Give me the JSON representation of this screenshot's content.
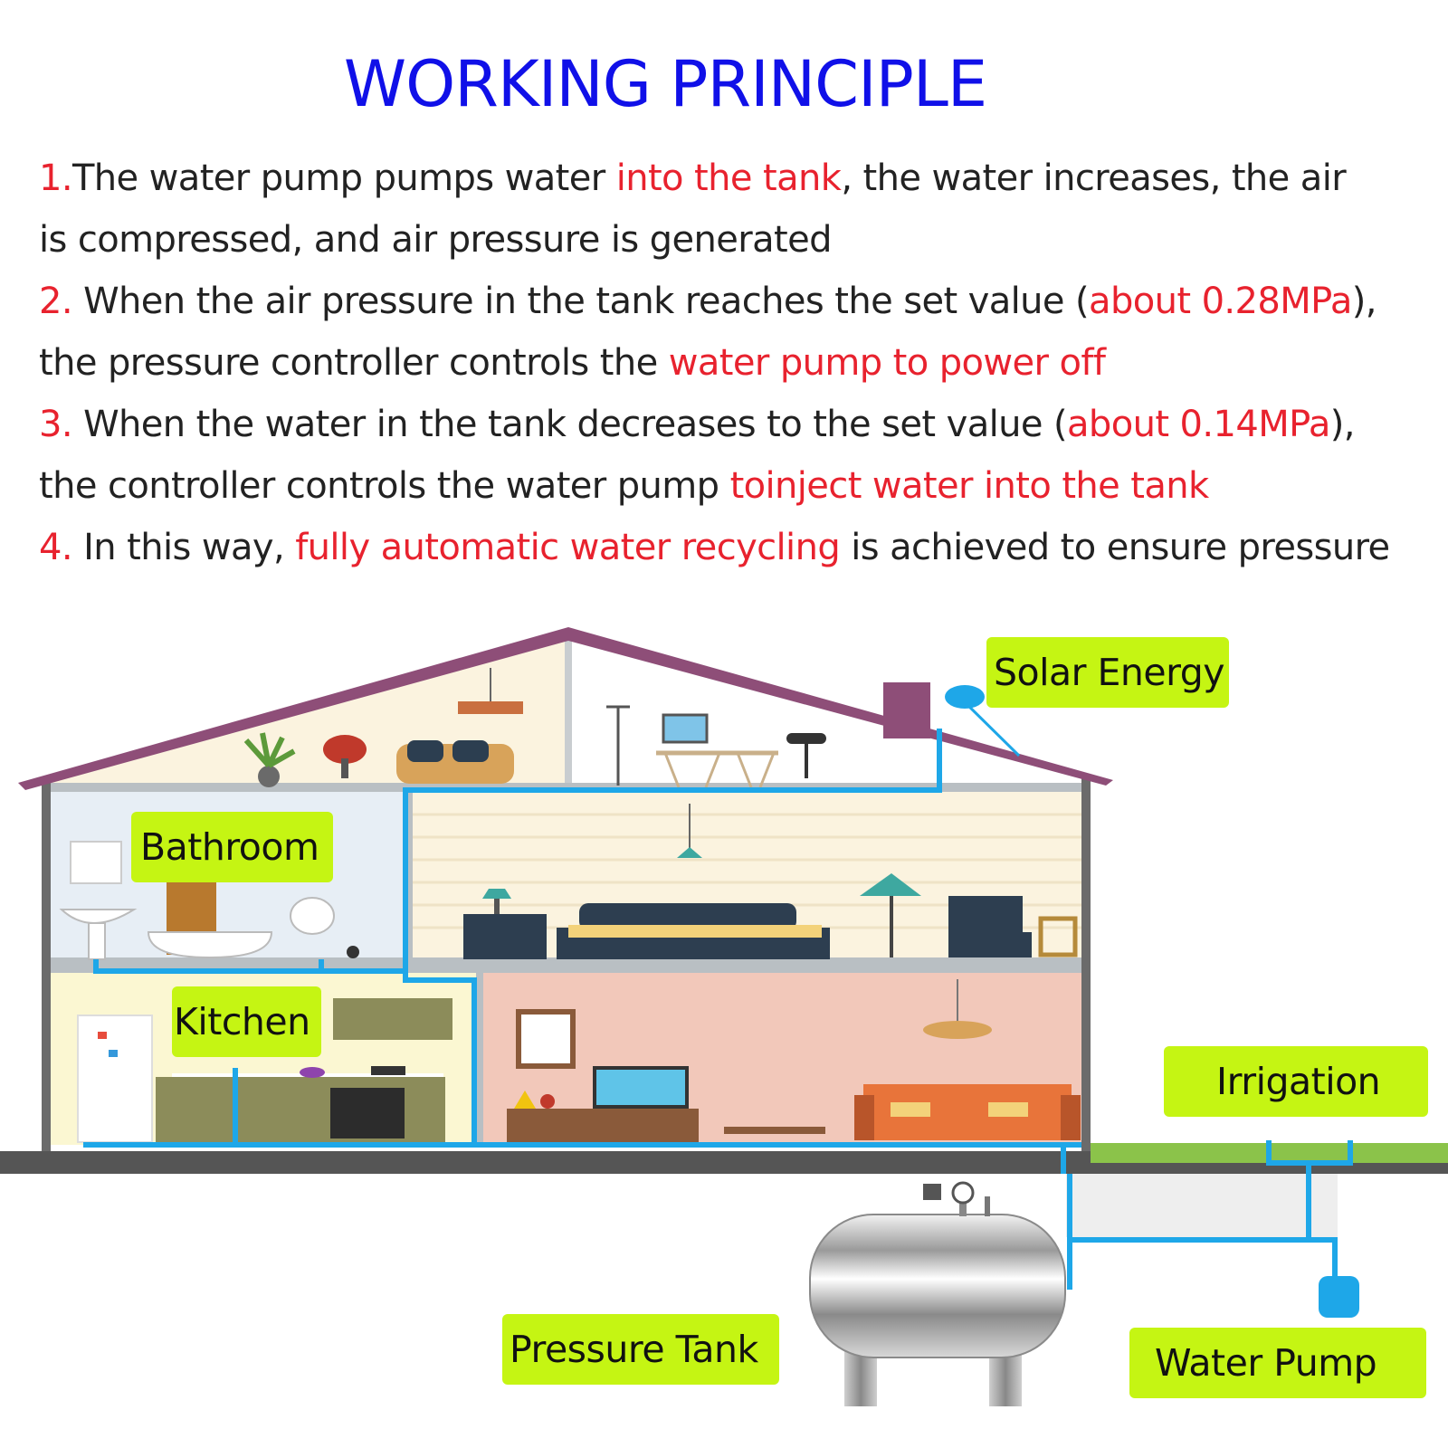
{
  "title": "WORKING PRINCIPLE",
  "steps": [
    {
      "lines": [
        [
          {
            "t": "1.",
            "red": true
          },
          {
            "t": "The water pump pumps water ",
            "red": false
          },
          {
            "t": "into the tank",
            "red": true
          },
          {
            "t": ", the water increases, the air",
            "red": false
          }
        ],
        [
          {
            "t": "is compressed, and air pressure is generated",
            "red": false
          }
        ]
      ]
    },
    {
      "lines": [
        [
          {
            "t": "2.",
            "red": true
          },
          {
            "t": " When the air pressure in the tank reaches the set value (",
            "red": false
          },
          {
            "t": "about 0.28MPa",
            "red": true
          },
          {
            "t": "),",
            "red": false
          }
        ],
        [
          {
            "t": " the pressure controller controls the ",
            "red": false
          },
          {
            "t": "water pump to power off",
            "red": true
          }
        ]
      ]
    },
    {
      "lines": [
        [
          {
            "t": "3.",
            "red": true
          },
          {
            "t": " When the water in the tank decreases to the set value (",
            "red": false
          },
          {
            "t": "about 0.14MPa",
            "red": true
          },
          {
            "t": "),",
            "red": false
          }
        ],
        [
          {
            "t": "the controller controls the water pump ",
            "red": false
          },
          {
            "t": "toinject water into the tank",
            "red": true
          }
        ]
      ]
    },
    {
      "lines": [
        [
          {
            "t": "4.",
            "red": true
          },
          {
            "t": " In this way, ",
            "red": false
          },
          {
            "t": "fully automatic water recycling",
            "red": true
          },
          {
            "t": " is achieved to ensure pressure",
            "red": false
          }
        ]
      ]
    }
  ],
  "labels": {
    "solar_energy": "Solar Energy",
    "bathroom": "Bathroom",
    "kitchen": "Kitchen",
    "irrigation": "Irrigation",
    "pressure_tank": "Pressure Tank",
    "water_pump": "Water Pump"
  },
  "colors": {
    "title": "#1010e8",
    "highlight": "#e8222e",
    "label_bg": "#c5f513",
    "pipe": "#1ea7e8",
    "roof": "#8e4e78"
  }
}
